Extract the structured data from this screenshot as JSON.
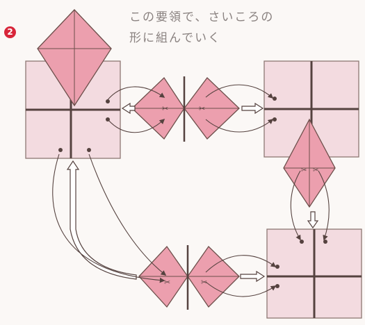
{
  "step": {
    "number": "2"
  },
  "instruction": {
    "line1": "この要領で、さいころの",
    "line2": "形に組んでいく"
  },
  "colors": {
    "background": "#fbf8f6",
    "square_fill": "#f3dbe0",
    "kite_fill": "#ec9fae",
    "line": "#55423f",
    "badge": "#d8263a"
  },
  "diagram": {
    "fold_mark_glyphs": [
      "✂",
      "✂"
    ],
    "units": [
      {
        "id": "top-left",
        "kind": "square-with-kite"
      },
      {
        "id": "top-middle",
        "kind": "double-kite"
      },
      {
        "id": "top-right",
        "kind": "square"
      },
      {
        "id": "right-middle",
        "kind": "kite-pair"
      },
      {
        "id": "bottom-middle",
        "kind": "double-kite"
      },
      {
        "id": "bottom-right",
        "kind": "square"
      }
    ]
  }
}
